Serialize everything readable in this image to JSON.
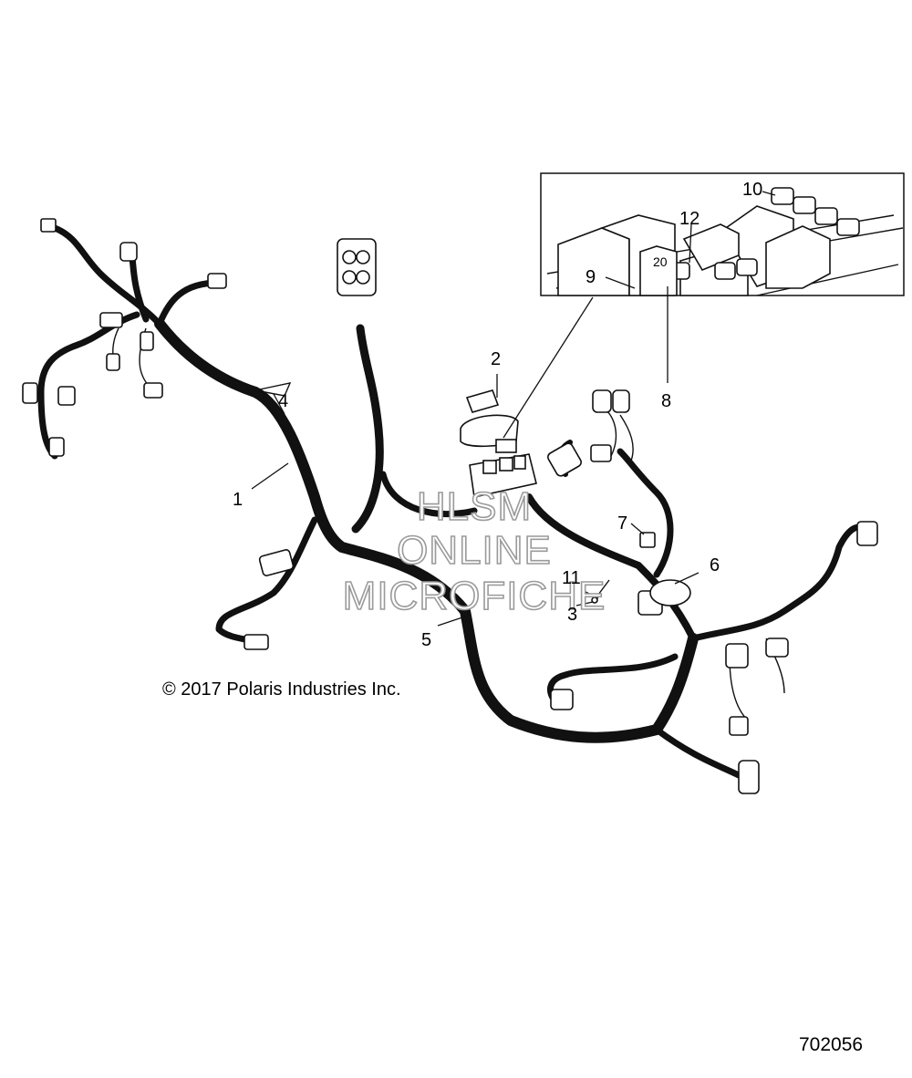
{
  "callouts": {
    "c1": "1",
    "c2": "2",
    "c3": "3",
    "c4": "4",
    "c5": "5",
    "c6": "6",
    "c7": "7",
    "c8": "8",
    "c9": "9",
    "c10": "10",
    "c11": "11",
    "c12": "12"
  },
  "detail": {
    "fuse_label": "20"
  },
  "watermark": {
    "line1": "HLSM",
    "line2": "ONLINE",
    "line3": "MICROFICHE"
  },
  "copyright": "© 2017 Polaris Industries Inc.",
  "figure_number": "702056"
}
